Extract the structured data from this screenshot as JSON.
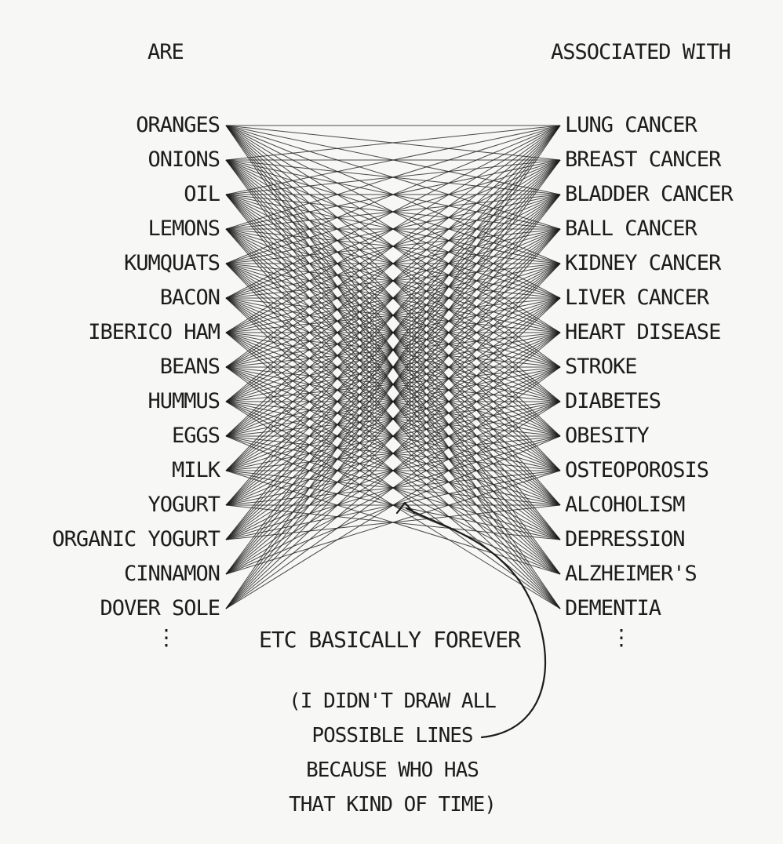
{
  "headers": {
    "left": "ARE",
    "right": "ASSOCIATED WITH"
  },
  "foods": [
    "ORANGES",
    "ONIONS",
    "OIL",
    "LEMONS",
    "KUMQUATS",
    "BACON",
    "IBERICO HAM",
    "BEANS",
    "HUMMUS",
    "EGGS",
    "MILK",
    "YOGURT",
    "ORGANIC YOGURT",
    "CINNAMON",
    "DOVER SOLE"
  ],
  "conditions": [
    "LUNG CANCER",
    "BREAST CANCER",
    "BLADDER CANCER",
    "BALL CANCER",
    "KIDNEY CANCER",
    "LIVER CANCER",
    "HEART DISEASE",
    "STROKE",
    "DIABETES",
    "OBESITY",
    "OSTEOPOROSIS",
    "ALCOHOLISM",
    "DEPRESSION",
    "ALZHEIMER'S",
    "DEMENTIA"
  ],
  "continuation_left": "⋮",
  "continuation_right": "⋮",
  "etc_label": "ETC BASICALLY FOREVER",
  "note_lines": [
    "(I DIDN'T DRAW ALL",
    "POSSIBLE LINES",
    "BECAUSE WHO HAS",
    "THAT KIND OF TIME)"
  ],
  "connections": [
    [
      0,
      0
    ],
    [
      0,
      1
    ],
    [
      0,
      2
    ],
    [
      0,
      3
    ],
    [
      0,
      4
    ],
    [
      0,
      5
    ],
    [
      0,
      6
    ],
    [
      0,
      7
    ],
    [
      0,
      8
    ],
    [
      0,
      9
    ],
    [
      0,
      10
    ],
    [
      0,
      11
    ],
    [
      0,
      12
    ],
    [
      0,
      13
    ],
    [
      0,
      14
    ],
    [
      1,
      0
    ],
    [
      1,
      1
    ],
    [
      1,
      2
    ],
    [
      1,
      3
    ],
    [
      1,
      4
    ],
    [
      1,
      5
    ],
    [
      1,
      6
    ],
    [
      1,
      7
    ],
    [
      1,
      8
    ],
    [
      1,
      9
    ],
    [
      1,
      10
    ],
    [
      1,
      11
    ],
    [
      1,
      12
    ],
    [
      1,
      13
    ],
    [
      1,
      14
    ],
    [
      2,
      0
    ],
    [
      2,
      1
    ],
    [
      2,
      2
    ],
    [
      2,
      3
    ],
    [
      2,
      4
    ],
    [
      2,
      5
    ],
    [
      2,
      6
    ],
    [
      2,
      7
    ],
    [
      2,
      8
    ],
    [
      2,
      9
    ],
    [
      2,
      10
    ],
    [
      2,
      11
    ],
    [
      2,
      12
    ],
    [
      2,
      13
    ],
    [
      2,
      14
    ],
    [
      3,
      0
    ],
    [
      3,
      1
    ],
    [
      3,
      2
    ],
    [
      3,
      3
    ],
    [
      3,
      4
    ],
    [
      3,
      5
    ],
    [
      3,
      6
    ],
    [
      3,
      7
    ],
    [
      3,
      8
    ],
    [
      3,
      9
    ],
    [
      3,
      10
    ],
    [
      3,
      11
    ],
    [
      3,
      12
    ],
    [
      3,
      13
    ],
    [
      3,
      14
    ],
    [
      4,
      0
    ],
    [
      4,
      1
    ],
    [
      4,
      2
    ],
    [
      4,
      3
    ],
    [
      4,
      4
    ],
    [
      4,
      5
    ],
    [
      4,
      6
    ],
    [
      4,
      7
    ],
    [
      4,
      8
    ],
    [
      4,
      9
    ],
    [
      4,
      10
    ],
    [
      4,
      11
    ],
    [
      4,
      12
    ],
    [
      4,
      13
    ],
    [
      4,
      14
    ],
    [
      5,
      0
    ],
    [
      5,
      1
    ],
    [
      5,
      2
    ],
    [
      5,
      3
    ],
    [
      5,
      4
    ],
    [
      5,
      5
    ],
    [
      5,
      6
    ],
    [
      5,
      7
    ],
    [
      5,
      8
    ],
    [
      5,
      9
    ],
    [
      5,
      10
    ],
    [
      5,
      11
    ],
    [
      5,
      12
    ],
    [
      5,
      13
    ],
    [
      5,
      14
    ],
    [
      6,
      0
    ],
    [
      6,
      1
    ],
    [
      6,
      2
    ],
    [
      6,
      3
    ],
    [
      6,
      4
    ],
    [
      6,
      5
    ],
    [
      6,
      6
    ],
    [
      6,
      7
    ],
    [
      6,
      8
    ],
    [
      6,
      9
    ],
    [
      6,
      10
    ],
    [
      6,
      11
    ],
    [
      6,
      12
    ],
    [
      6,
      13
    ],
    [
      6,
      14
    ],
    [
      7,
      0
    ],
    [
      7,
      1
    ],
    [
      7,
      2
    ],
    [
      7,
      3
    ],
    [
      7,
      4
    ],
    [
      7,
      5
    ],
    [
      7,
      6
    ],
    [
      7,
      7
    ],
    [
      7,
      8
    ],
    [
      7,
      9
    ],
    [
      7,
      10
    ],
    [
      7,
      11
    ],
    [
      7,
      12
    ],
    [
      7,
      13
    ],
    [
      7,
      14
    ],
    [
      8,
      0
    ],
    [
      8,
      1
    ],
    [
      8,
      2
    ],
    [
      8,
      3
    ],
    [
      8,
      4
    ],
    [
      8,
      5
    ],
    [
      8,
      6
    ],
    [
      8,
      7
    ],
    [
      8,
      8
    ],
    [
      8,
      9
    ],
    [
      8,
      10
    ],
    [
      8,
      11
    ],
    [
      8,
      12
    ],
    [
      8,
      13
    ],
    [
      8,
      14
    ],
    [
      9,
      0
    ],
    [
      9,
      1
    ],
    [
      9,
      2
    ],
    [
      9,
      3
    ],
    [
      9,
      4
    ],
    [
      9,
      5
    ],
    [
      9,
      6
    ],
    [
      9,
      7
    ],
    [
      9,
      8
    ],
    [
      9,
      9
    ],
    [
      9,
      10
    ],
    [
      9,
      11
    ],
    [
      9,
      12
    ],
    [
      9,
      13
    ],
    [
      10,
      0
    ],
    [
      10,
      1
    ],
    [
      10,
      2
    ],
    [
      10,
      3
    ],
    [
      10,
      4
    ],
    [
      10,
      5
    ],
    [
      10,
      6
    ],
    [
      10,
      7
    ],
    [
      10,
      8
    ],
    [
      10,
      9
    ],
    [
      10,
      10
    ],
    [
      10,
      11
    ],
    [
      10,
      12
    ],
    [
      10,
      13
    ],
    [
      11,
      0
    ],
    [
      11,
      1
    ],
    [
      11,
      2
    ],
    [
      11,
      3
    ],
    [
      11,
      4
    ],
    [
      11,
      5
    ],
    [
      11,
      6
    ],
    [
      11,
      7
    ],
    [
      11,
      8
    ],
    [
      11,
      9
    ],
    [
      11,
      10
    ],
    [
      11,
      11
    ],
    [
      11,
      12
    ],
    [
      12,
      0
    ],
    [
      12,
      1
    ],
    [
      12,
      2
    ],
    [
      12,
      3
    ],
    [
      12,
      4
    ],
    [
      12,
      5
    ],
    [
      12,
      6
    ],
    [
      12,
      7
    ],
    [
      12,
      8
    ],
    [
      12,
      9
    ],
    [
      12,
      10
    ],
    [
      12,
      11
    ],
    [
      13,
      0
    ],
    [
      13,
      1
    ],
    [
      13,
      2
    ],
    [
      13,
      3
    ],
    [
      13,
      4
    ],
    [
      13,
      5
    ],
    [
      13,
      6
    ],
    [
      13,
      7
    ],
    [
      13,
      8
    ],
    [
      13,
      9
    ],
    [
      13,
      10
    ],
    [
      14,
      0
    ],
    [
      14,
      1
    ],
    [
      14,
      2
    ],
    [
      14,
      3
    ],
    [
      14,
      4
    ],
    [
      14,
      5
    ],
    [
      14,
      6
    ],
    [
      14,
      7
    ],
    [
      14,
      8
    ]
  ],
  "colors": {
    "ink": "#1c1c1c",
    "paper": "#f7f7f5"
  }
}
